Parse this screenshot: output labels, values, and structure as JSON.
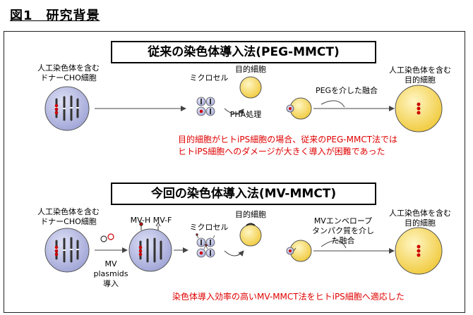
{
  "figure_title": "図1　研究背景",
  "section1": {
    "header": "従来の染色体導入法(PEG-MMCT)",
    "donor_label": [
      "人工染色体を含む",
      "ドナーCHO細胞"
    ],
    "microcell_label": "ミクロセル",
    "target_label": "目的細胞",
    "pha_label": "PHA処理",
    "peg_label": "PEGを介した融合",
    "result_label": [
      "人工染色体を含む",
      "目的細胞"
    ],
    "note": [
      "目的細胞がヒトiPS細胞の場合、従来のPEG-MMCT法では",
      "ヒトiPS細胞へのダメージが大きく導入が困難であった"
    ]
  },
  "section2": {
    "header": "今回の染色体導入法(MV-MMCT)",
    "donor_label": [
      "人工染色体を含む",
      "ドナーCHO細胞"
    ],
    "mv_proteins_label": "MV-H MV-F",
    "microcell_label": "ミクロセル",
    "target_label": "目的細胞",
    "plasmid_label": [
      "MV",
      "plasmids",
      "導入"
    ],
    "fusion_label": [
      "MVエンベロープ",
      "タンパク質を介し",
      "た融合"
    ],
    "result_label": [
      "人工染色体を含む",
      "目的細胞"
    ],
    "note": "染色体導入効率の高いMV-MMCT法をヒトiPS細胞へ適応した"
  },
  "colors": {
    "donor_cell": "#b9bde3",
    "target_cell": "#f7dc6f",
    "highlight_text": "#e00000",
    "chromosome_marker": "#cc0000"
  }
}
